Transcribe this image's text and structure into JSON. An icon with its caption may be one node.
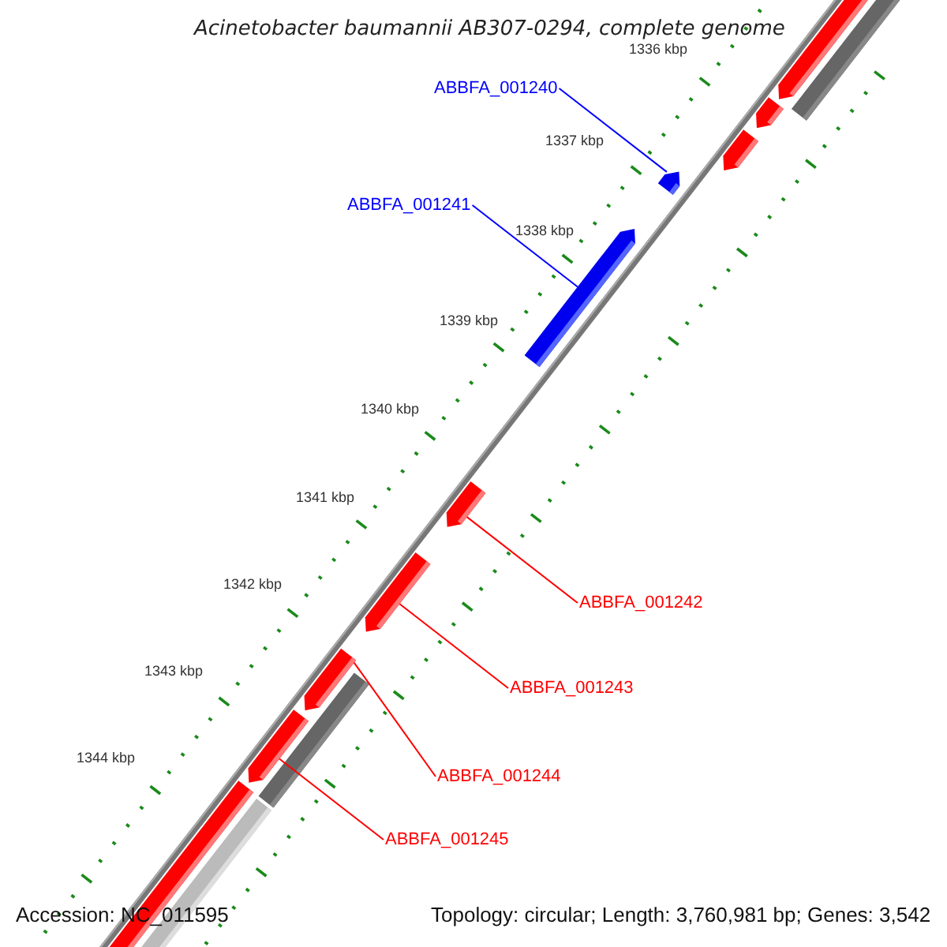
{
  "diagram": {
    "title": "Acinetobacter baumannii AB307-0294, complete genome",
    "nodes": [
      {
        "text": [
          "ABBFA_001240"
        ]
      },
      {
        "text": [],
        "shape": "arrow"
      },
      {
        "text": [
          "ABBFA_001241"
        ]
      },
      {
        "text": [],
        "shape": "arrow"
      },
      {
        "text": [
          "ABBFA_001242"
        ]
      },
      {
        "text": [],
        "shape": "arrow"
      },
      {
        "text": [
          "ABBFA_001243"
        ]
      },
      {
        "text": [],
        "shape": "arrow"
      },
      {
        "text": [
          "ABBFA_001244"
        ]
      },
      {
        "text": [],
        "shape": "arrow"
      },
      {
        "text": [
          "ABBFA_001245"
        ]
      },
      {
        "text": [],
        "shape": "arrow"
      },
      {
        "text": [],
        "shape": "arrow"
      },
      {
        "text": [],
        "shape": "bar"
      },
      {
        "text": [],
        "shape": "arrow"
      },
      {
        "text": [],
        "shape": "arrow"
      },
      {
        "text": [],
        "shape": "bar"
      },
      {
        "text": [],
        "shape": "bar"
      },
      {
        "text": [],
        "shape": "bar"
      }
    ],
    "edges": [
      {
        "from": 0,
        "to": 1,
        "arrow": "none",
        "color": "#0000ff"
      },
      {
        "from": 2,
        "to": 3,
        "arrow": "none",
        "color": "#0000ff"
      },
      {
        "from": 4,
        "to": 5,
        "arrow": "none"
      },
      {
        "from": 6,
        "to": 7,
        "arrow": "none"
      },
      {
        "from": 8,
        "to": 9,
        "arrow": "none"
      },
      {
        "from": 10,
        "to": 11,
        "arrow": "none"
      }
    ],
    "labels": [
      "1336 kbp",
      "1337 kbp",
      "1338 kbp",
      "1339 kbp",
      "1340 kbp",
      "1341 kbp",
      "1342 kbp",
      "1343 kbp",
      "1344 kbp",
      "Accession: NC_011595",
      "Topology: circular; Length: 3,760,981 bp; Genes: 3,542"
    ]
  }
}
